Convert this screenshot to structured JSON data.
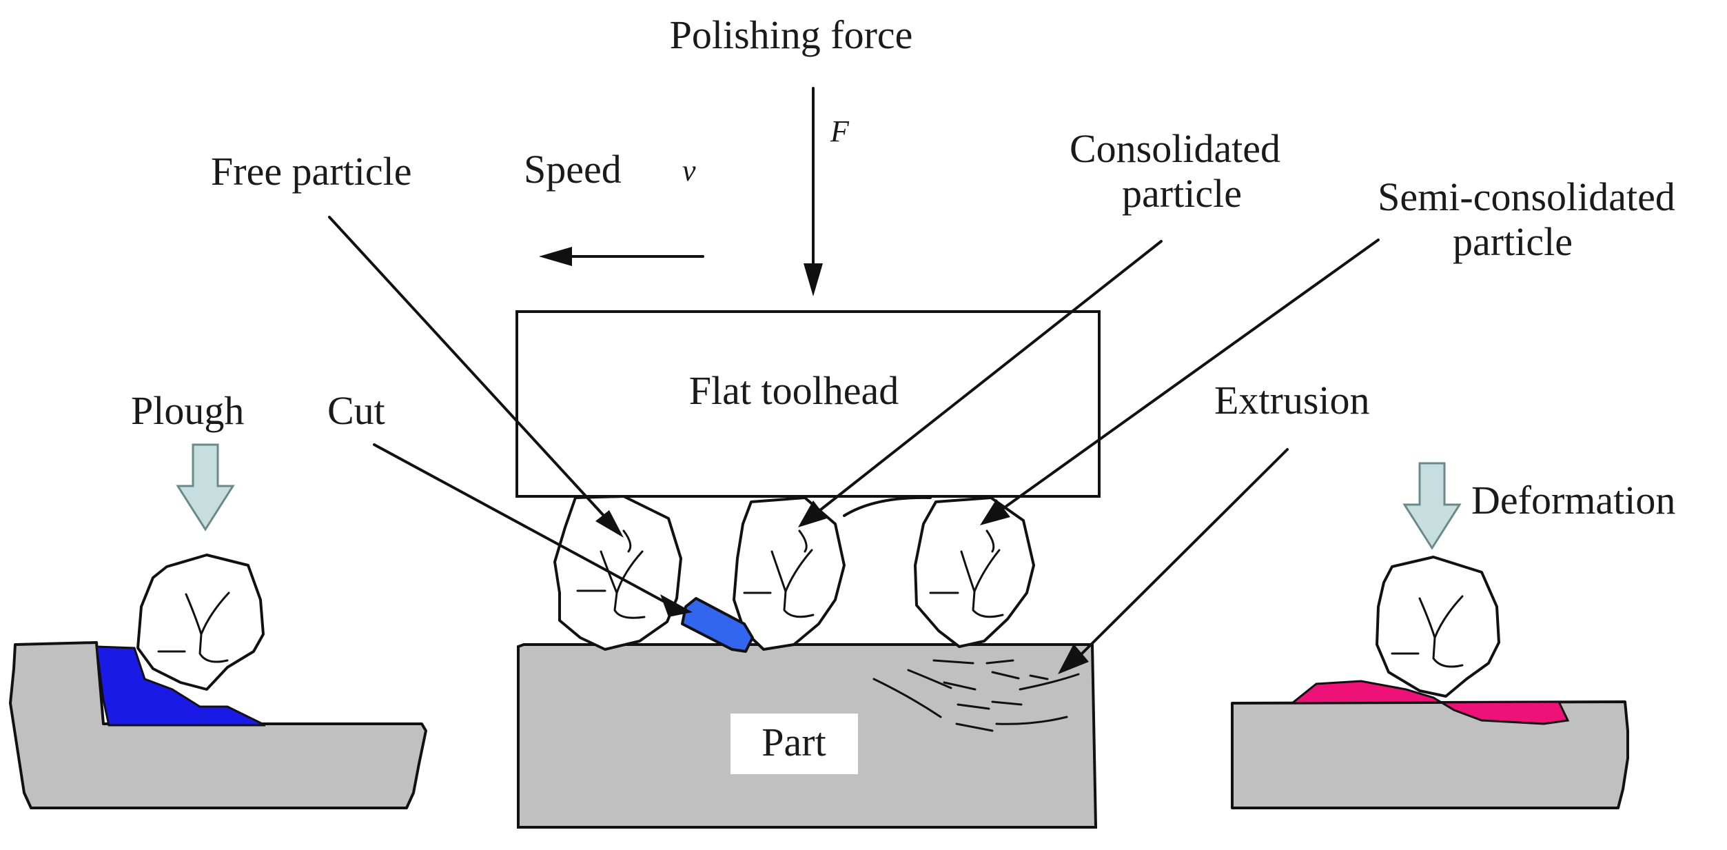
{
  "labels": {
    "polishing_force": "Polishing force",
    "force_symbol": "F",
    "speed": "Speed",
    "speed_symbol": "v",
    "free_particle": "Free particle",
    "consolidated_line1": "Consolidated",
    "consolidated_line2": "particle",
    "semi_line1": "Semi-consolidated",
    "semi_line2": "particle",
    "flat_toolhead": "Flat toolhead",
    "plough": "Plough",
    "cut": "Cut",
    "extrusion": "Extrusion",
    "deformation": "Deformation",
    "part": "Part"
  },
  "colors": {
    "part_fill": "#c0c0c0",
    "plough_groove": "#1a1ae6",
    "cut_chip": "#3366ee",
    "deformation_pileup": "#ee1177",
    "hollow_arrow": "#c6dede"
  }
}
